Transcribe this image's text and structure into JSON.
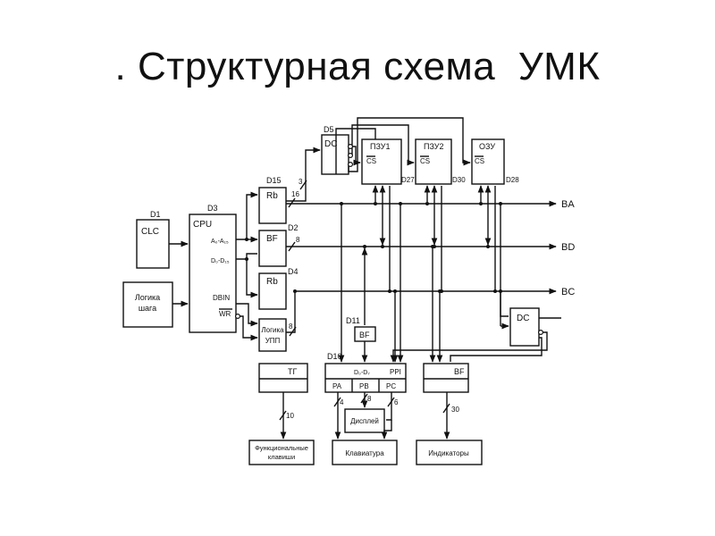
{
  "slide": {
    "title": ". Структурная схема  УМК"
  },
  "diagram": {
    "blocks": {
      "clc": {
        "ref": "D1",
        "label": "CLC"
      },
      "logic_step": {
        "line1": "Логика",
        "line2": "шага"
      },
      "cpu": {
        "ref": "D3",
        "label": "CPU",
        "addr": "A₀-A₁₅",
        "data": "D₀-D₁₅",
        "dbin": "DBIN",
        "wr": "WR"
      },
      "rb_top": {
        "ref": "D15",
        "label": "Rb"
      },
      "bf_mid": {
        "ref": "D2",
        "label": "BF"
      },
      "rb_low": {
        "ref": "D4",
        "label": "Rb"
      },
      "logic_upp": {
        "line1": "Логика",
        "line2": "УПП"
      },
      "dc_top": {
        "ref": "D5",
        "label": "DC"
      },
      "rom1": {
        "ref": "D27",
        "label": "ПЗУ1",
        "cs": "CS"
      },
      "rom2": {
        "ref": "D30",
        "label": "ПЗУ2",
        "cs": "CS"
      },
      "ram": {
        "ref": "D28",
        "label": "ОЗУ",
        "cs": "CS"
      },
      "dc_right": {
        "label": "DC"
      },
      "bf_d11": {
        "ref": "D11",
        "label": "BF"
      },
      "tg": {
        "label": "ТГ"
      },
      "ppi": {
        "ref": "D10",
        "data": "D₀-D₇",
        "label": "PPI",
        "pa": "PA",
        "pb": "PB",
        "pc": "PC"
      },
      "bf_right": {
        "label": "BF"
      },
      "display": {
        "label": "Дисплей"
      },
      "func_keys": {
        "line1": "Функциональные",
        "line2": "клавиши"
      },
      "keyboard": {
        "label": "Клавиатура"
      },
      "indicators": {
        "label": "Индикаторы"
      }
    },
    "buses": {
      "ba": "BA",
      "bd": "BD",
      "bc": "BC"
    },
    "bus_widths": {
      "w16": "16",
      "w3": "3",
      "w8a": "8",
      "w8b": "8",
      "w10": "10",
      "w4": "4",
      "w8c": "8",
      "w6": "6",
      "w30": "30"
    }
  }
}
